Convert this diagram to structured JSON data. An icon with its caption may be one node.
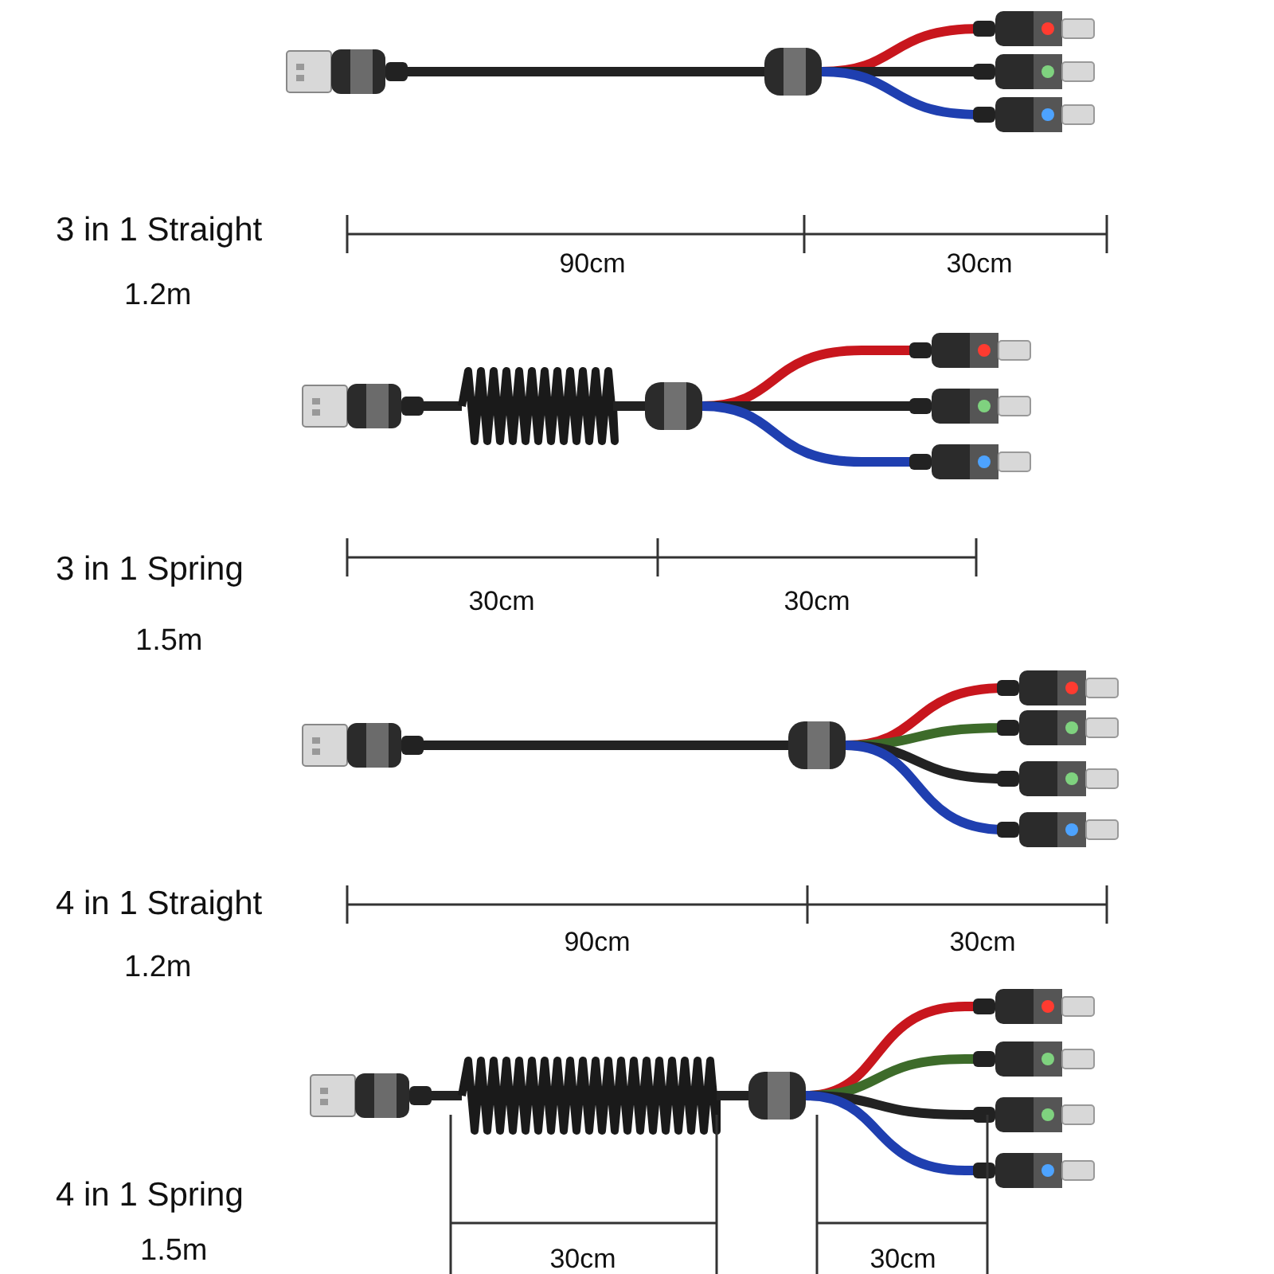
{
  "diagram": {
    "labels": [
      "3 in 1 Straight",
      "1.2m",
      "90cm",
      "30cm",
      "3 in 1 Spring",
      "1.5m",
      "30cm",
      "30cm",
      "4 in 1 Straight",
      "1.2m",
      "90cm",
      "30cm",
      "4 in 1 Spring",
      "1.5m",
      "30cm",
      "30cm"
    ]
  }
}
